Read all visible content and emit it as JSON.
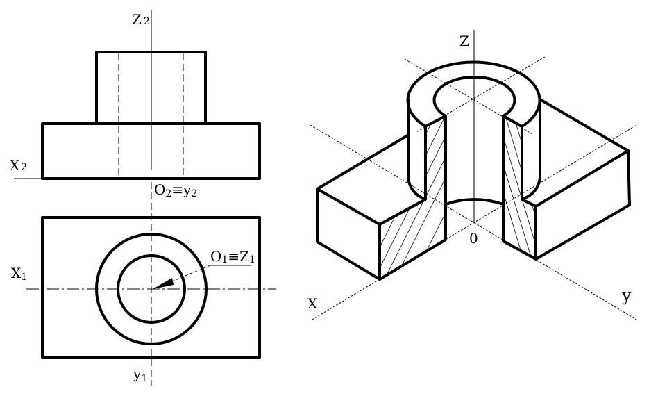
{
  "orthographic": {
    "front_view": {
      "z_axis_label": {
        "main": "Z",
        "sub": "2"
      },
      "x_axis_label": {
        "main": "X",
        "sub": "2"
      },
      "origin_label": {
        "main1": "O",
        "sub1": "2",
        "eq": "≡",
        "main2": "y",
        "sub2": "2"
      }
    },
    "top_view": {
      "x_axis_label": {
        "main": "X",
        "sub": "1"
      },
      "y_axis_label": {
        "main": "y",
        "sub": "1"
      },
      "origin_label": {
        "main1": "O",
        "sub1": "1",
        "eq": "≡",
        "main2": "Z",
        "sub2": "1"
      }
    }
  },
  "isometric": {
    "z_label": "Z",
    "x_label": "X",
    "y_label": "y",
    "origin_label": "0"
  }
}
